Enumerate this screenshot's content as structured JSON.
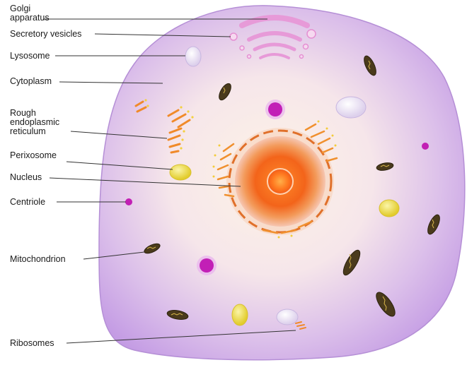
{
  "labels": {
    "golgi_line1": "Golgi",
    "golgi_line2": "apparatus",
    "secretory_vesicles": "Secretory vesicles",
    "lysosome": "Lysosome",
    "cytoplasm": "Cytoplasm",
    "rer_line1": "Rough",
    "rer_line2": "endoplasmic",
    "rer_line3": "reticulum",
    "peroxisome": "Perixosome",
    "nucleus": "Nucleus",
    "centriole": "Centriole",
    "mitochondrion": "Mitochondrion",
    "ribosomes": "Ribosomes"
  },
  "colors": {
    "cell_outer": "#c9a4e6",
    "cell_inner": "#fbeedd",
    "nucleus_core": "#f26a1b",
    "nucleus_glow": "#f7a055",
    "golgi": "#e79ad8",
    "mitochondrion": "#4a3a1c",
    "peroxisome": "#e9d84b",
    "lysosome": "#f0ecf6",
    "centriole": "#c220b4",
    "rer": "#f08a2a",
    "line": "#333333"
  }
}
